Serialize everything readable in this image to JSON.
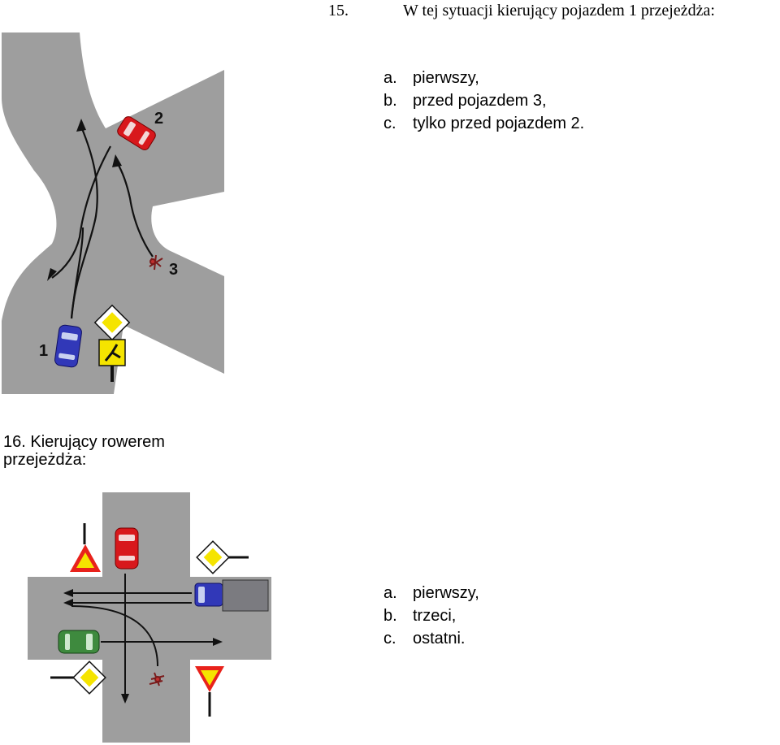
{
  "questions": [
    {
      "number": "15.",
      "text": "W tej sytuacji kierujący pojazdem 1 przejeżdża:",
      "vehicle_labels": [
        "1",
        "2",
        "3"
      ],
      "answers": [
        {
          "letter": "a.",
          "text": "pierwszy,"
        },
        {
          "letter": "b.",
          "text": "przed pojazdem 3,"
        },
        {
          "letter": "c.",
          "text": "tylko przed pojazdem 2."
        }
      ]
    },
    {
      "heading": "16. Kierujący rowerem przejeżdża:",
      "answers": [
        {
          "letter": "a.",
          "text": "pierwszy,"
        },
        {
          "letter": "b.",
          "text": "trzeci,"
        },
        {
          "letter": "c.",
          "text": "ostatni."
        }
      ]
    }
  ],
  "colors": {
    "road": "#9e9e9e",
    "sign_yellow": "#f5e400",
    "sign_red": "#e8221b",
    "car_red": "#d8181c",
    "car_blue": "#3138b8",
    "car_green": "#3e8a3e",
    "truck": "#7b7b80"
  }
}
